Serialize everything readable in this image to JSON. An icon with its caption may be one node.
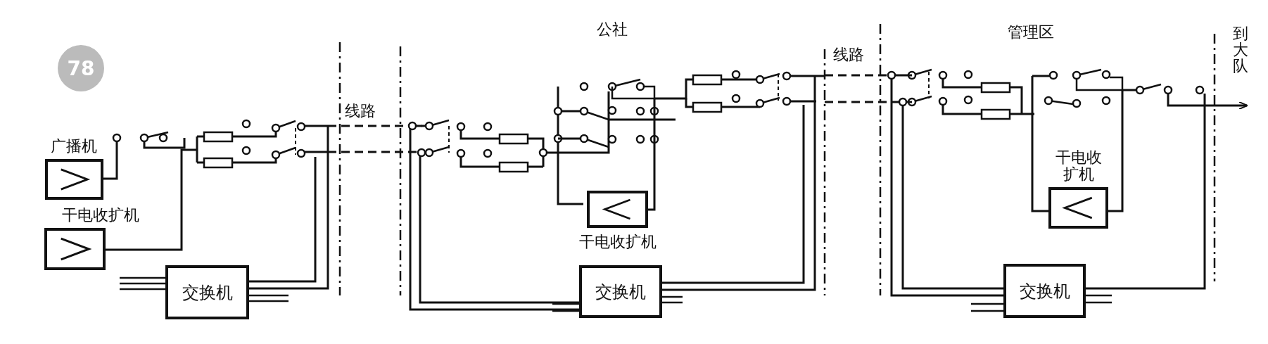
{
  "diagram": {
    "nodes": [
      {
        "text": [
          "广播机"
        ]
      },
      {
        "text": [
          "干电收扩机"
        ]
      },
      {
        "text": [
          "交换机"
        ]
      },
      {
        "text": [
          "干电收扩机"
        ]
      },
      {
        "text": [
          "交换机"
        ]
      },
      {
        "text": [
          "干电收扩机"
        ]
      },
      {
        "text": [
          "交换机"
        ]
      }
    ],
    "labels": [
      "公社",
      "管理区",
      "到大队",
      "78",
      "线路",
      "线路"
    ]
  }
}
